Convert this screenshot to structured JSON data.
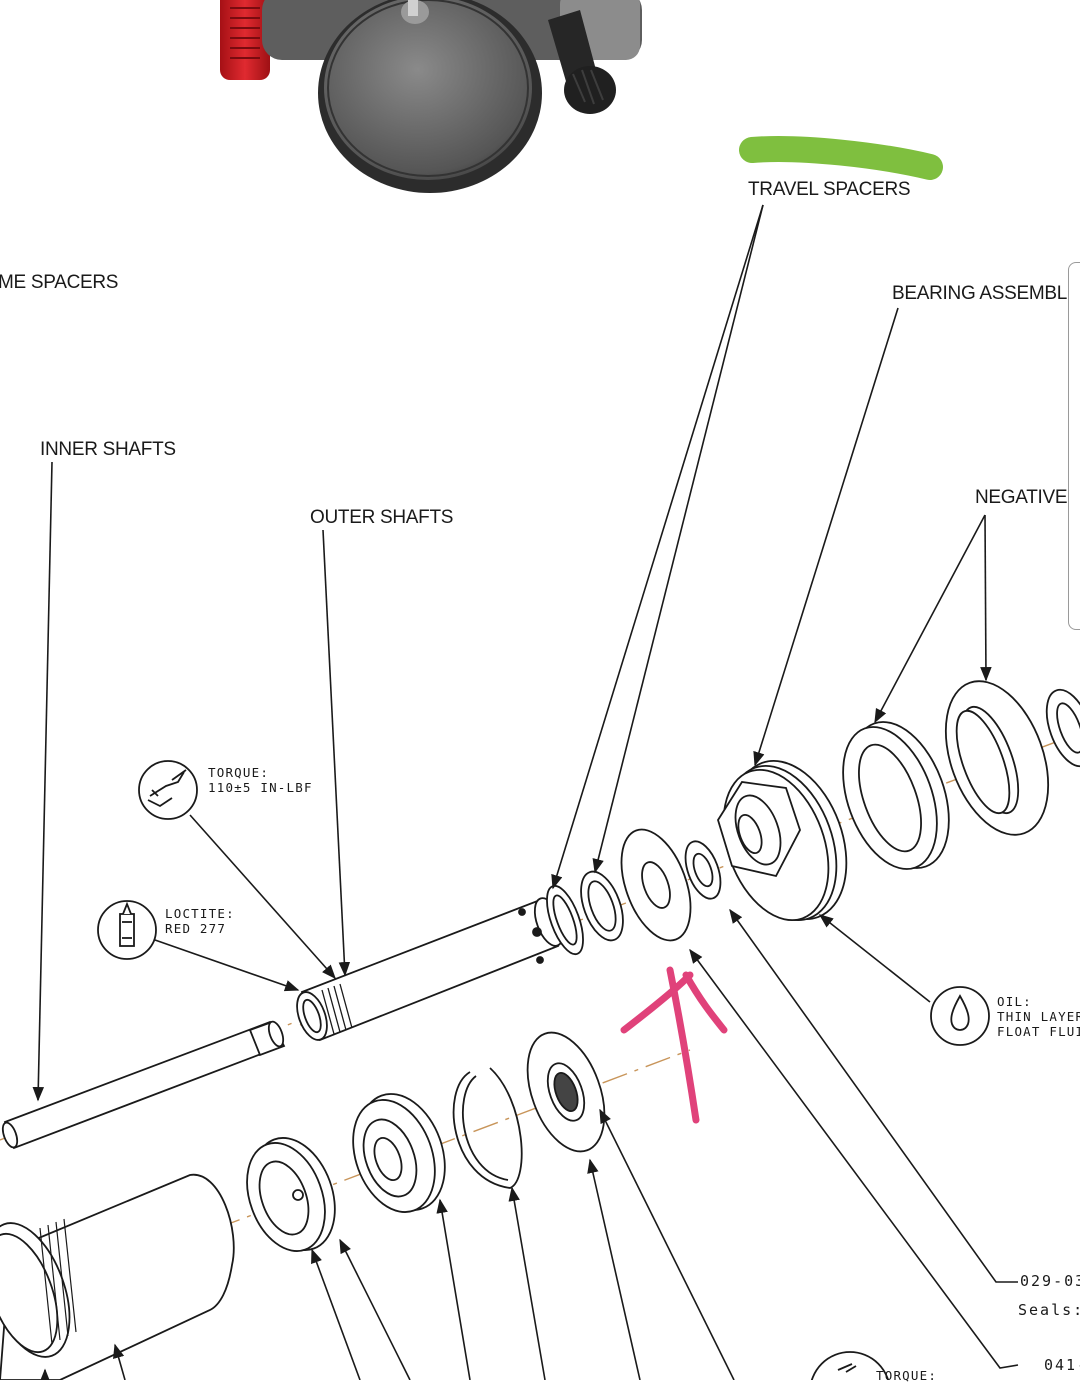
{
  "labels": {
    "volume_spacers": "ME SPACERS",
    "travel_spacers": "TRAVEL SPACERS",
    "bearing_assemblies": "BEARING ASSEMBLIES",
    "inner_shafts": "INNER SHAFTS",
    "outer_shafts": "OUTER SHAFTS",
    "negative": "NEGATIVE V"
  },
  "notes": {
    "torque_1_line1": "TORQUE:",
    "torque_1_line2": "110±5 IN-LBF",
    "loctite_line1": "LOCTITE:",
    "loctite_line2": "RED 277",
    "oil_line1": "OIL:",
    "oil_line2": "THIN LAYER",
    "oil_line3": "FLOAT FLUI",
    "torque_2_line1": "TORQUE:"
  },
  "part_numbers": {
    "pn1": "029-03",
    "pn1_desc": "Seals:",
    "pn2": "041-"
  },
  "icons": [
    "wrench-hand-icon",
    "loctite-tube-icon",
    "oil-drop-icon",
    "torque-icon"
  ],
  "colors": {
    "highlight": "#7fbf3f",
    "pen_mark": "#e0427a",
    "centerline": "#c8955a",
    "line": "#1a1a1a",
    "red_knob": "#d8242a"
  }
}
